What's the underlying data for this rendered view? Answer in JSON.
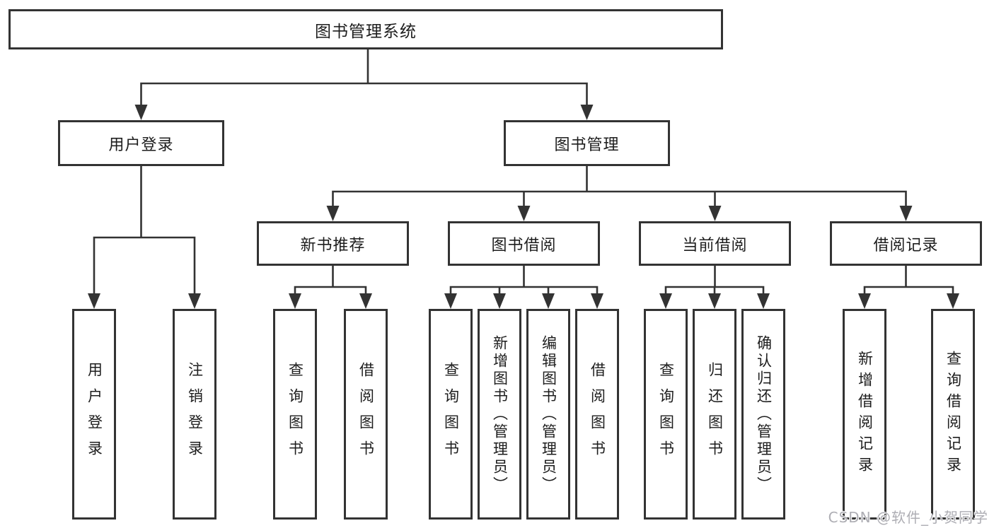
{
  "diagram": {
    "root": {
      "label": "图书管理系统"
    },
    "level2": [
      {
        "label": "用户登录"
      },
      {
        "label": "图书管理"
      }
    ],
    "level3": [
      {
        "label": "新书推荐"
      },
      {
        "label": "图书借阅"
      },
      {
        "label": "当前借阅"
      },
      {
        "label": "借阅记录"
      }
    ],
    "leaves": [
      {
        "label": "用户登录"
      },
      {
        "label": "注销登录"
      },
      {
        "label": "查询图书"
      },
      {
        "label": "借阅图书"
      },
      {
        "label": "查询图书"
      },
      {
        "label": "新增图书（管理员）"
      },
      {
        "label": "编辑图书（管理员）"
      },
      {
        "label": "借阅图书"
      },
      {
        "label": "查询图书"
      },
      {
        "label": "归还图书"
      },
      {
        "label": "确认归还（管理员）"
      },
      {
        "label": "新增借阅记录"
      },
      {
        "label": "查询借阅记录"
      }
    ],
    "colors": {
      "line": "#333333",
      "border": "#333333",
      "text": "#1d1d1d",
      "background": "#ffffff",
      "watermark": "#aeaeb4"
    }
  },
  "watermark": {
    "text": "CSDN @软件_小贺同学"
  }
}
